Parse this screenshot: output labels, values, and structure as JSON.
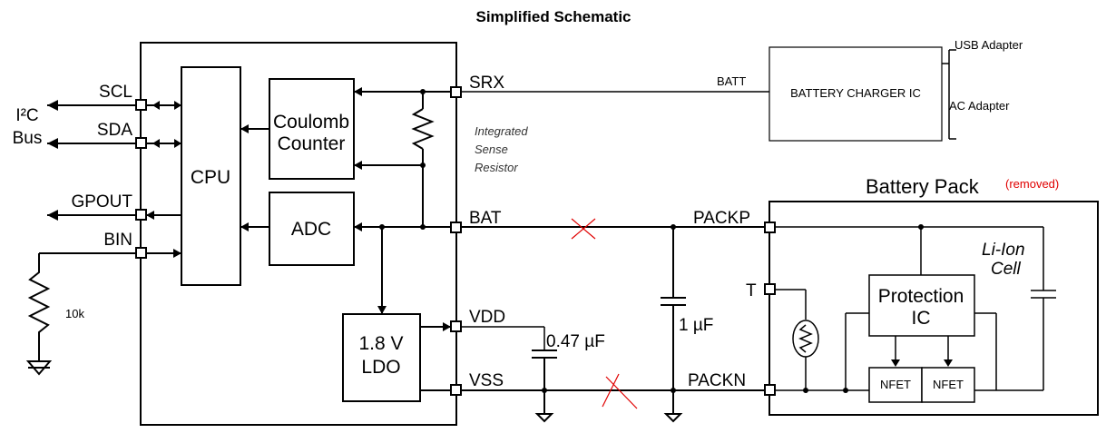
{
  "title": "Simplified Schematic",
  "chip": {
    "left_pins": [
      "SCL",
      "SDA",
      "GPOUT",
      "BIN"
    ],
    "right_pins": [
      "SRX",
      "BAT",
      "VDD",
      "VSS"
    ],
    "cpu": "CPU",
    "coulomb_line1": "Coulomb",
    "coulomb_line2": "Counter",
    "adc": "ADC",
    "ldo_line1": "1.8 V",
    "ldo_line2": "LDO",
    "sense_line1": "Integrated",
    "sense_line2": "Sense",
    "sense_line3": "Resistor"
  },
  "bus": {
    "line1": "I²C",
    "line2": "Bus"
  },
  "resistor_bin": "10k",
  "charger": {
    "label": "BATTERY CHARGER IC",
    "batt": "BATT",
    "usb": "USB Adapter",
    "ac": "AC Adapter"
  },
  "caps": {
    "vdd_cap": "0.47 µF",
    "bat_cap": "1 µF"
  },
  "battery_pack": {
    "title": "Battery Pack",
    "removed_note": "(removed)",
    "pins": [
      "PACKP",
      "T",
      "PACKN"
    ],
    "protection_line1": "Protection",
    "protection_line2": "IC",
    "nfet1": "NFET",
    "nfet2": "NFET",
    "cell_line1": "Li-Ion",
    "cell_line2": "Cell"
  },
  "colors": {
    "line": "#000000",
    "annotation": "#e00000"
  }
}
